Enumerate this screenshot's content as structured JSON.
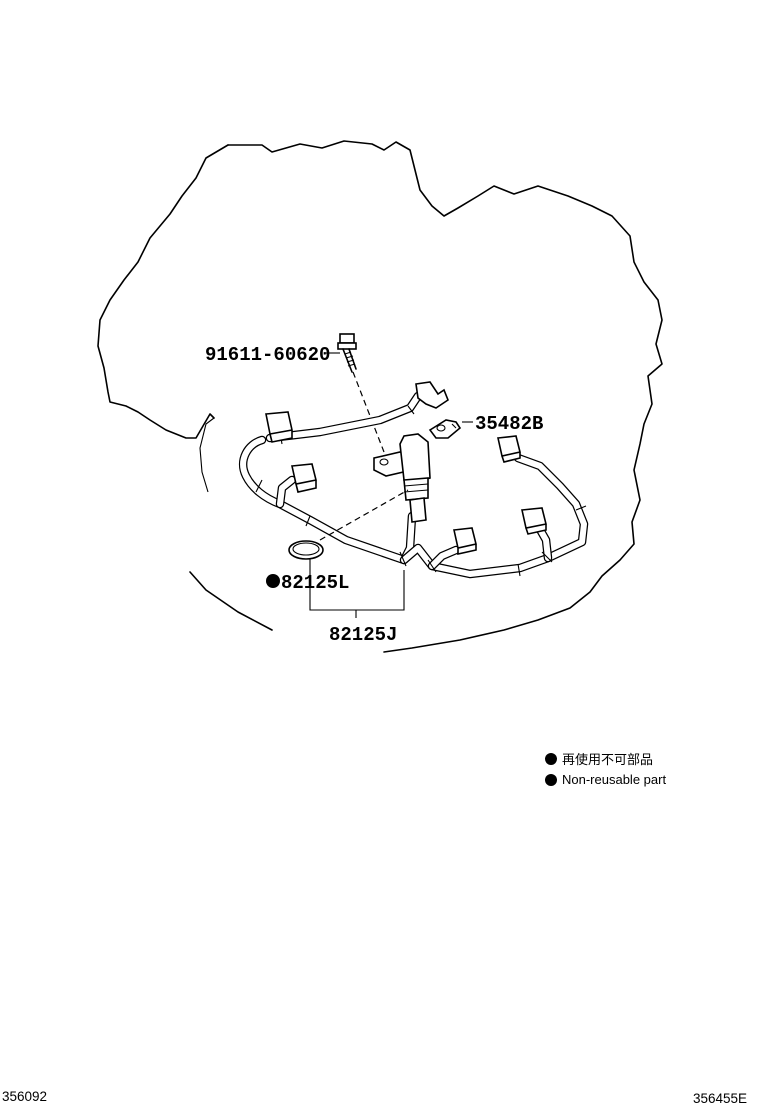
{
  "parts": {
    "bolt": "91611-60620",
    "clamp": "35482B",
    "gasket_ring": "82125L",
    "harness_assembly": "82125J"
  },
  "legend": [
    {
      "symbol": "●",
      "text": "再使用不可部品"
    },
    {
      "symbol": "●",
      "text": "Non-reusable part"
    }
  ],
  "codes": {
    "left": "356092",
    "right": "356455E"
  }
}
